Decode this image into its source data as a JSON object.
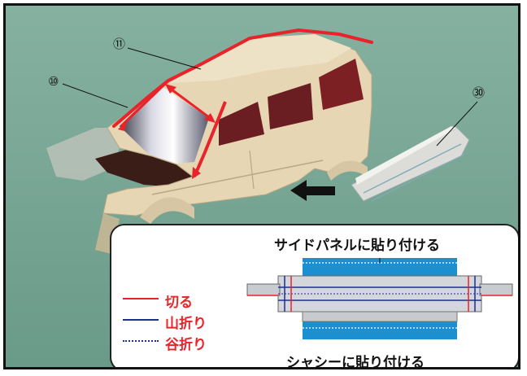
{
  "callouts": {
    "c11": "⑪",
    "c10": "⑩",
    "c30": "㉚"
  },
  "labels": {
    "side_panel": "サイドパネルに貼り付ける",
    "chassis": "シャシーに貼り付ける"
  },
  "legend": [
    {
      "text": "切る",
      "color": "#e8232a",
      "style": "solid"
    },
    {
      "text": "山折り",
      "color": "#1e2f8f",
      "style": "solid"
    },
    {
      "text": "谷折り",
      "color": "#1e2f8f",
      "style": "dotted"
    }
  ],
  "colors": {
    "background": "#78a595",
    "cut": "#e8232a",
    "fold": "#1e2f8f",
    "body_paper": "#e6d6b4",
    "arrow": "#111111"
  }
}
